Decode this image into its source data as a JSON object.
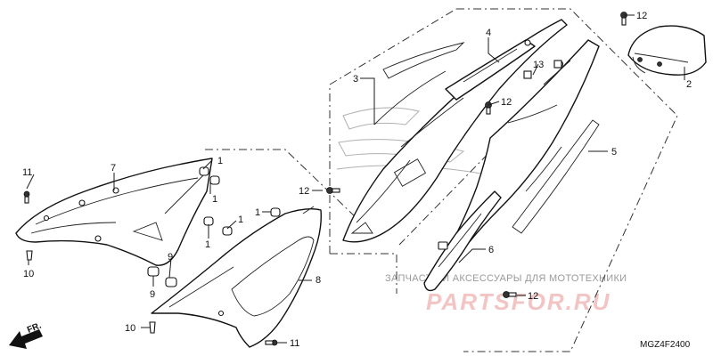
{
  "diagram_code": "MGZ4F2400",
  "direction_label": "FR.",
  "watermark": {
    "line1": "ЗАПЧАСТИ И АКСЕССУАРЫ ДЛЯ МОТОТЕХНИКИ",
    "line2": "PARTSFOR.RU"
  },
  "callouts": {
    "c1a": "1",
    "c1b": "1",
    "c1c": "1",
    "c1d": "1",
    "c1e": "1",
    "c2": "2",
    "c3": "3",
    "c4": "4",
    "c5": "5",
    "c6": "6",
    "c7": "7",
    "c8": "8",
    "c9a": "9",
    "c9b": "9",
    "c10a": "10",
    "c10b": "10",
    "c11a": "11",
    "c11b": "11",
    "c12a": "12",
    "c12b": "12",
    "c12c": "12",
    "c12d": "12",
    "c13": "13"
  },
  "colors": {
    "line": "#111111",
    "watermark": "#f3c4c4"
  }
}
